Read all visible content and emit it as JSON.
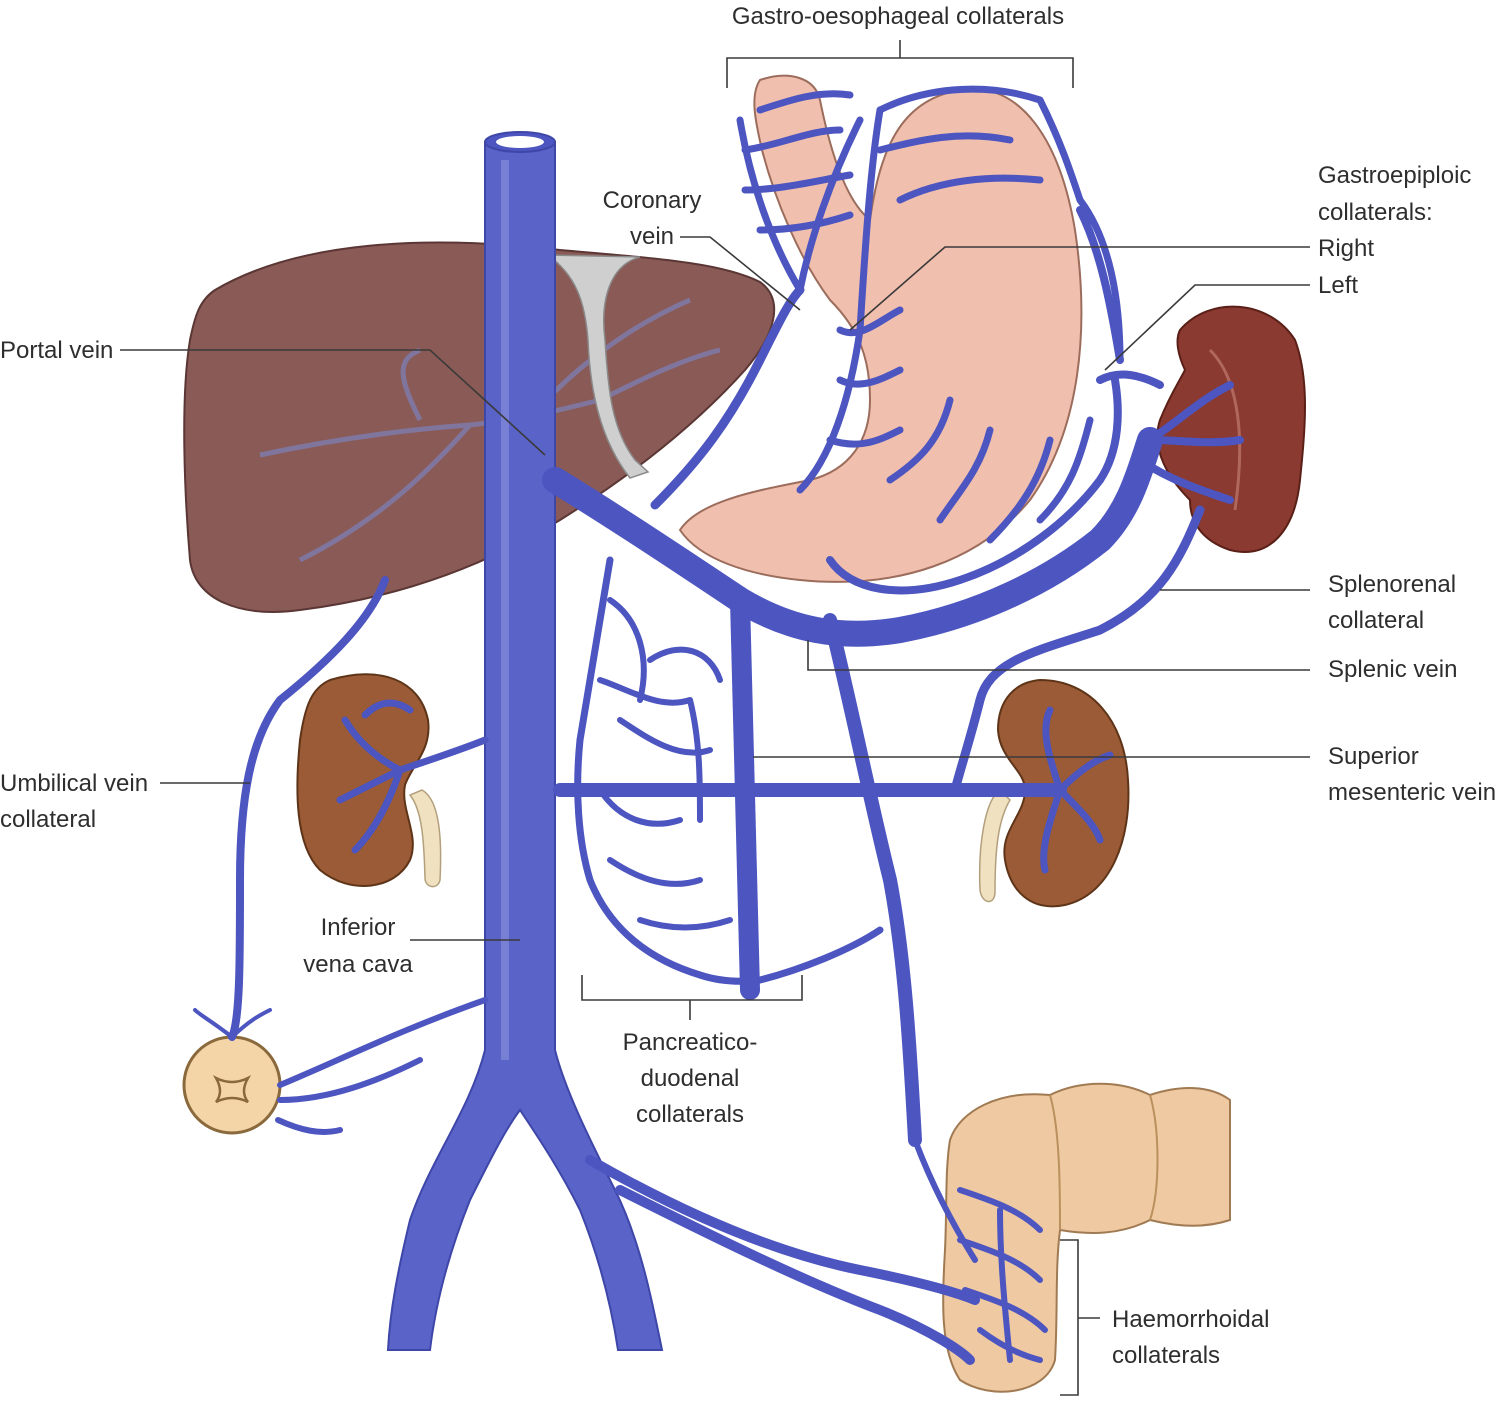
{
  "colors": {
    "vein": "#4c55c0",
    "vein_highlight": "#7f88dc",
    "liver": "#8a5a56",
    "stomach": "#f0bfae",
    "spleen": "#8a3a30",
    "kidney": "#9a5b36",
    "bowel": "#efc9a1",
    "ligament": "#cfcfcf"
  },
  "labels": {
    "gastro_oesophageal": "Gastro-oesophageal collaterals",
    "coronary_1": "Coronary",
    "coronary_2": "vein",
    "gastroepiploic_1": "Gastroepiploic",
    "gastroepiploic_2": "collaterals:",
    "right": "Right",
    "left": "Left",
    "portal_vein": "Portal vein",
    "splenorenal_1": "Splenorenal",
    "splenorenal_2": "collateral",
    "splenic_vein": "Splenic vein",
    "sup_mes_1": "Superior",
    "sup_mes_2": "mesenteric vein",
    "umbilical_1": "Umbilical vein",
    "umbilical_2": "collateral",
    "ivc_1": "Inferior",
    "ivc_2": "vena cava",
    "pancreatico_1": "Pancreatico-",
    "pancreatico_2": "duodenal",
    "pancreatico_3": "collaterals",
    "haemorrhoidal_1": "Haemorrhoidal",
    "haemorrhoidal_2": "collaterals"
  }
}
